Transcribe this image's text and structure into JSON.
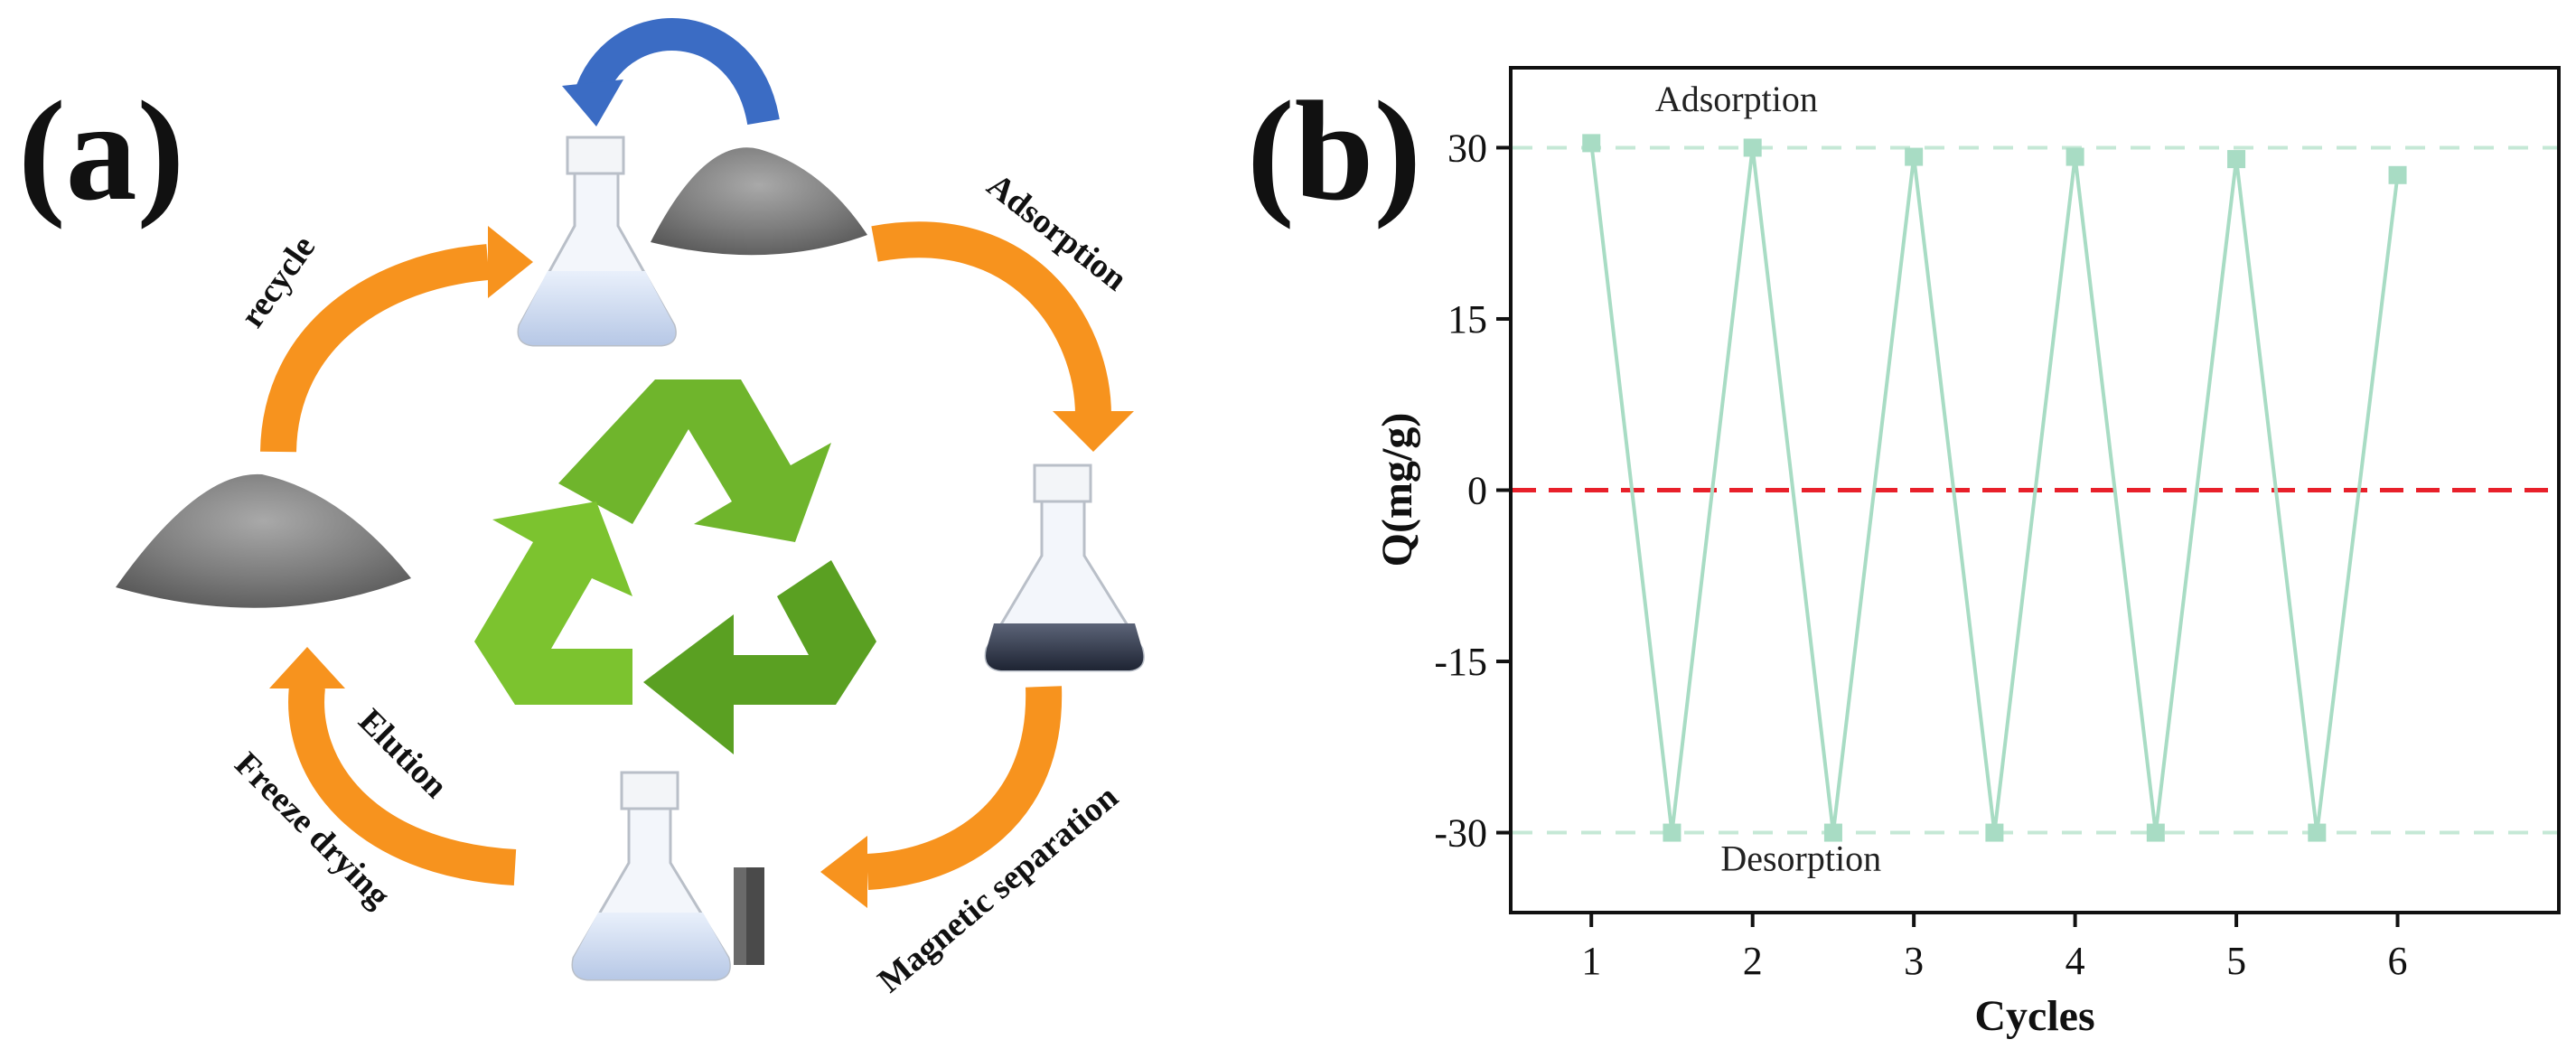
{
  "panel_a": {
    "label": "(a)",
    "steps": {
      "adsorption": "Adsorption",
      "magnetic_separation": "Magnetic separation",
      "elution": "Elution",
      "freeze_drying": "Freeze drying",
      "recycle": "recycle"
    },
    "colors": {
      "orange_arrow": "#f7931e",
      "blue_arrow": "#3b6cc4",
      "recycle_symbol": "#6fb52c",
      "powder": "#7a7a7a"
    },
    "icons": [
      "flask-with-solution-icon",
      "powder-pile-icon",
      "flask-dark-suspension-icon",
      "flask-with-magnet-icon",
      "recycle-symbol-icon"
    ]
  },
  "panel_b": {
    "label": "(b)"
  },
  "chart_data": {
    "type": "line",
    "xlabel": "Cycles",
    "ylabel": "Q(mg/g)",
    "xlim": [
      0.5,
      7.0
    ],
    "ylim": [
      -37,
      37
    ],
    "xticks": [
      1,
      2,
      3,
      4,
      5,
      6
    ],
    "yticks": [
      -30,
      -15,
      0,
      15,
      30
    ],
    "ytick_labels": [
      "-30",
      "-15",
      "0",
      "15",
      "30"
    ],
    "series": [
      {
        "x": [
          1,
          1.5,
          2,
          2.5,
          3,
          3.5,
          4,
          4.5,
          5,
          5.5,
          6
        ],
        "y": [
          30.4,
          -30,
          30.0,
          -30,
          29.2,
          -30,
          29.2,
          -30,
          29.0,
          -30,
          27.6
        ],
        "color": "#a8dcc4"
      }
    ],
    "reference_lines": [
      {
        "y": 30,
        "color": "#c5e8d6",
        "style": "dashed"
      },
      {
        "y": -30,
        "color": "#c5e8d6",
        "style": "dashed"
      },
      {
        "y": 0,
        "color": "#e8202a",
        "style": "dashed"
      }
    ],
    "annotations": [
      {
        "text": "Adsorption",
        "x": 1.9,
        "y": 33.2
      },
      {
        "text": "Desorption",
        "x": 2.3,
        "y": -33.3
      }
    ],
    "grid": false
  }
}
